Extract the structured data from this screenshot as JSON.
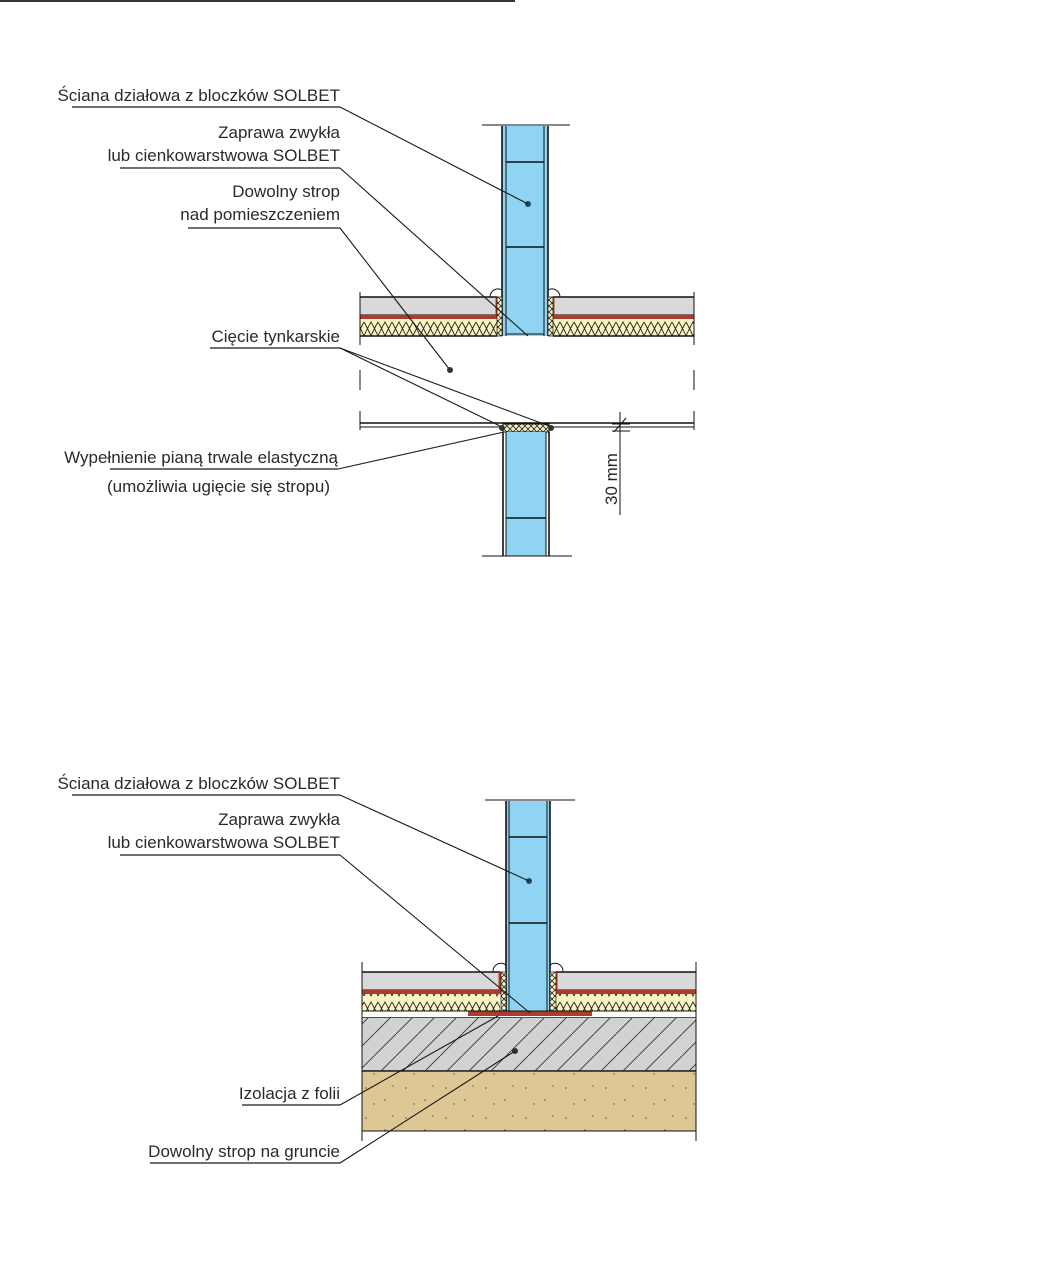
{
  "figure_top": {
    "title": "Partition wall detail - connection under ceiling slab",
    "labels": {
      "wall": "Ściana działowa z bloczków SOLBET",
      "mortar_line1": "Zaprawa zwykła",
      "mortar_line2": "lub cienkowarstwowa SOLBET",
      "slab_line1": "Dowolny strop",
      "slab_line2": "nad pomieszczeniem",
      "cut": "Cięcie tynkarskie",
      "foam_line1": "Wypełnienie pianą trwale elastyczną",
      "foam_line2": "(umożliwia ugięcie się stropu)"
    },
    "dimension": "30 mm"
  },
  "figure_bottom": {
    "title": "Partition wall detail - on ground slab",
    "labels": {
      "wall": "Ściana działowa z bloczków SOLBET",
      "mortar_line1": "Zaprawa zwykła",
      "mortar_line2": "lub cienkowarstwowa SOLBET",
      "foil": "Izolacja z folii",
      "ground_slab": "Dowolny strop na gruncie"
    }
  },
  "colors": {
    "block": "#8fd4f2",
    "screed": "#d9d9d9",
    "insulation": "#fbf5c4",
    "membrane": "#b03a2e",
    "soil": "#dcc795",
    "concrete": "#d2d2d2",
    "line": "#1a1a1a"
  }
}
